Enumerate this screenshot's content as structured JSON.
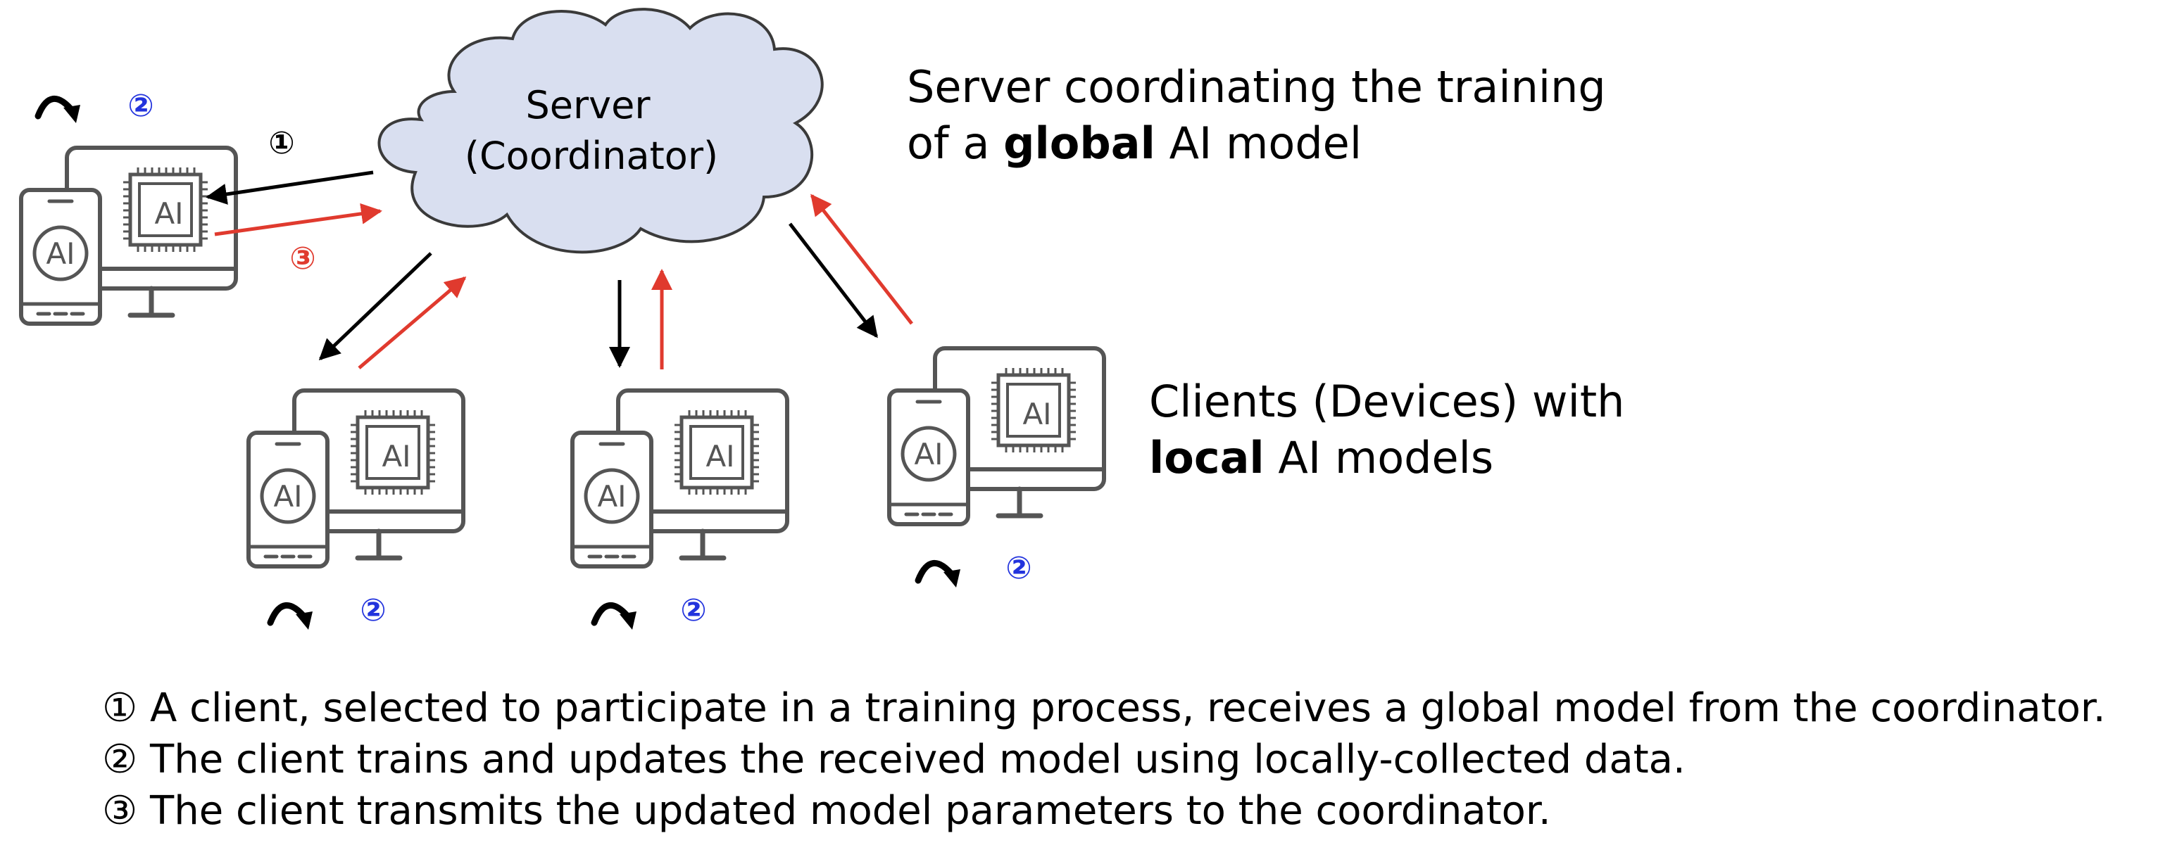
{
  "server": {
    "line1": "Server",
    "line2": "(Coordinator)"
  },
  "captions": {
    "server_line1": "Server coordinating the training",
    "server_line2_prefix": "of a ",
    "server_line2_bold": "global",
    "server_line2_suffix": " AI model",
    "clients_line1": "Clients (Devices) with",
    "clients_line2_bold": "local",
    "clients_line2_suffix": " AI models"
  },
  "markers": {
    "step1": "①",
    "step2": "②",
    "step3": "③"
  },
  "chip_label": "AI",
  "device_label": "AI",
  "legend": [
    "① A client, selected to participate in a training process, receives a global model from the coordinator.",
    "② The client trains and updates the received model using locally-collected data.",
    "③ The client transmits the updated model parameters to the coordinator."
  ],
  "colors": {
    "cloud_fill": "#d9dff0",
    "device_stroke": "#555555",
    "download_arrow": "#000000",
    "upload_arrow": "#e03a2e",
    "local_step_marker": "#2233dd"
  }
}
